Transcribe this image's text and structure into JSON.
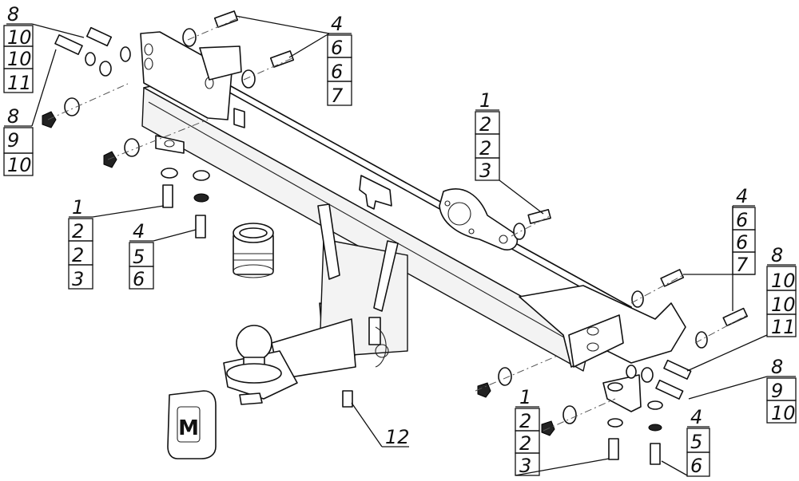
{
  "callouts": {
    "top_left_upper": [
      "8",
      "10",
      "10",
      "11"
    ],
    "top_left_lower": [
      "8",
      "9",
      "10"
    ],
    "top_center": [
      "4",
      "6",
      "6",
      "7"
    ],
    "middle_right": [
      "1",
      "2",
      "2",
      "3"
    ],
    "left_bolt_group": [
      "1",
      "2",
      "2",
      "3"
    ],
    "left_bolt_group_2": [
      "4",
      "5",
      "6"
    ],
    "right_upper": [
      "4",
      "6",
      "6",
      "7"
    ],
    "right_group_a": [
      "8",
      "10",
      "10",
      "11"
    ],
    "right_group_b": [
      "8",
      "9",
      "10"
    ],
    "bottom_center": [
      "12"
    ],
    "bottom_right_a": [
      "1",
      "2",
      "2",
      "3"
    ],
    "bottom_right_b": [
      "4",
      "5",
      "6"
    ]
  },
  "logo_glyph": "M"
}
